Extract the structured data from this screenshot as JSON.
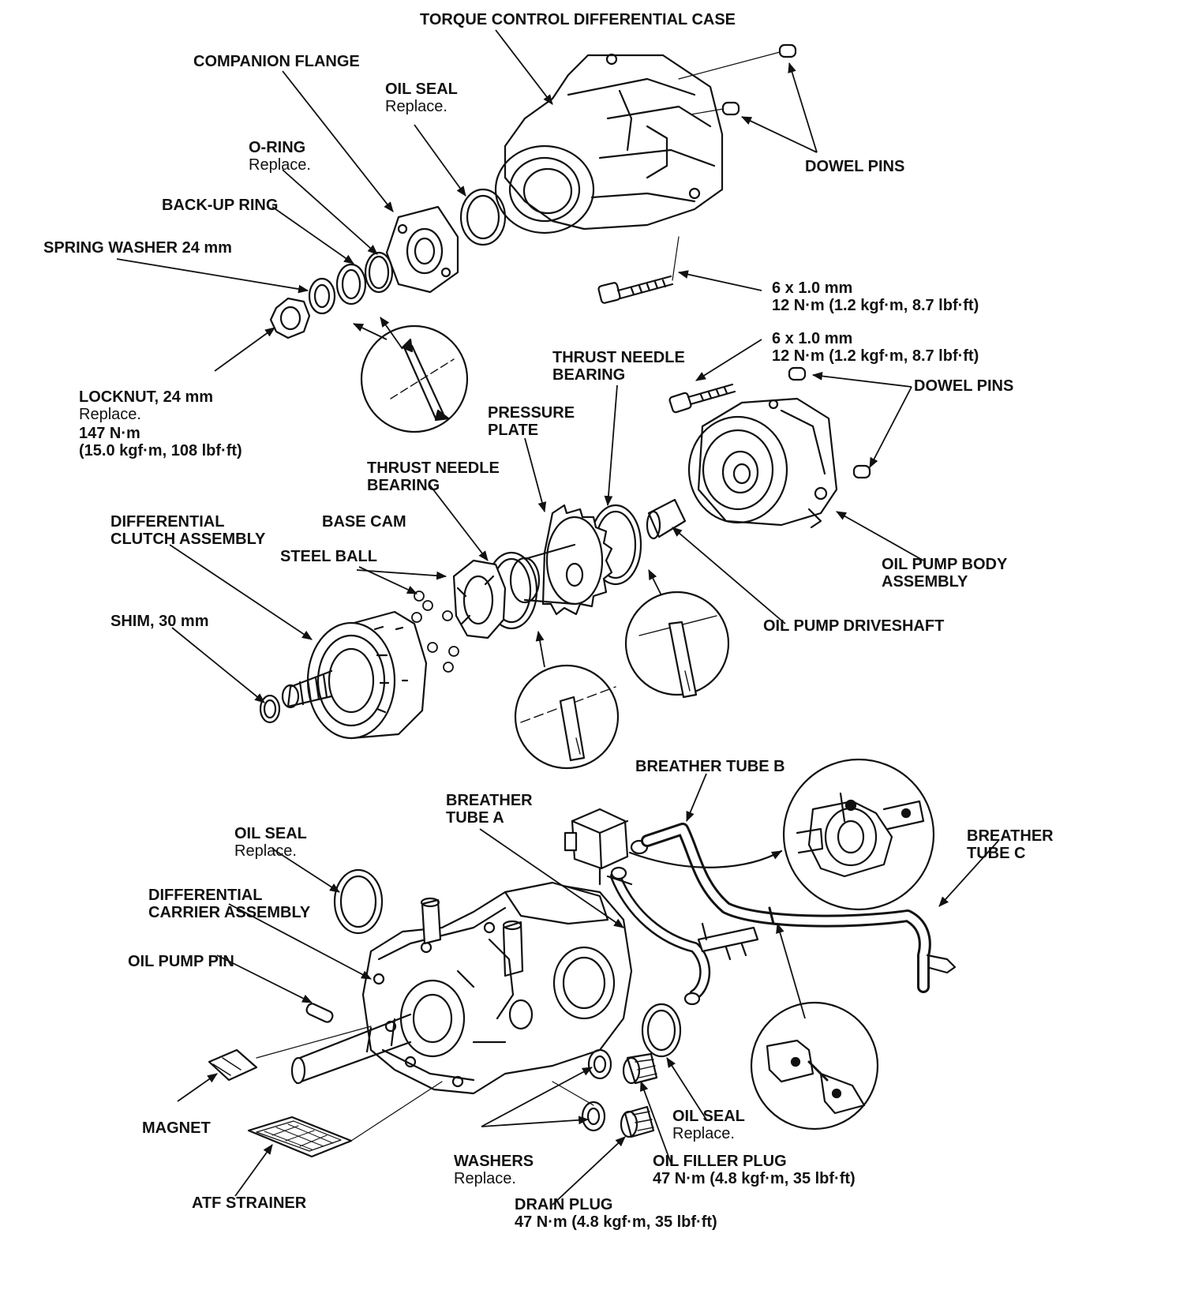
{
  "labels": {
    "torque_case": {
      "title": "TORQUE CONTROL DIFFERENTIAL CASE"
    },
    "companion_flange": {
      "title": "COMPANION FLANGE"
    },
    "oil_seal_top": {
      "title": "OIL SEAL",
      "note": "Replace."
    },
    "o_ring": {
      "title": "O-RING",
      "note": "Replace."
    },
    "dowel_pins_top": {
      "title": "DOWEL PINS"
    },
    "back_up_ring": {
      "title": "BACK-UP RING"
    },
    "spring_washer": {
      "title": "SPRING WASHER 24 mm"
    },
    "bolt_top": {
      "size": "6 x 1.0 mm",
      "torque": "12 N·m (1.2 kgf·m, 8.7 lbf·ft)"
    },
    "bolt_mid": {
      "size": "6 x 1.0 mm",
      "torque": "12 N·m (1.2 kgf·m, 8.7 lbf·ft)"
    },
    "thrust_needle_bearing_top": {
      "line1": "THRUST NEEDLE",
      "line2": "BEARING"
    },
    "dowel_pins_mid": {
      "title": "DOWEL PINS"
    },
    "locknut": {
      "title": "LOCKNUT, 24 mm",
      "note": "Replace.",
      "torque1": "147 N·m",
      "torque2": "(15.0 kgf·m, 108 lbf·ft)"
    },
    "pressure_plate": {
      "line1": "PRESSURE",
      "line2": "PLATE"
    },
    "thrust_needle_bearing_mid": {
      "line1": "THRUST NEEDLE",
      "line2": "BEARING"
    },
    "differential_clutch": {
      "line1": "DIFFERENTIAL",
      "line2": "CLUTCH ASSEMBLY"
    },
    "base_cam": {
      "title": "BASE CAM"
    },
    "steel_ball": {
      "title": "STEEL BALL"
    },
    "oil_pump_body": {
      "line1": "OIL PUMP BODY",
      "line2": "ASSEMBLY"
    },
    "shim": {
      "title": "SHIM, 30 mm"
    },
    "oil_pump_driveshaft": {
      "title": "OIL PUMP DRIVESHAFT"
    },
    "breather_tube_b": {
      "title": "BREATHER TUBE B"
    },
    "breather_tube_a": {
      "line1": "BREATHER",
      "line2": "TUBE A"
    },
    "breather_tube_c": {
      "line1": "BREATHER",
      "line2": "TUBE C"
    },
    "oil_seal_left": {
      "title": "OIL SEAL",
      "note": "Replace."
    },
    "differential_carrier": {
      "line1": "DIFFERENTIAL",
      "line2": "CARRIER ASSEMBLY"
    },
    "oil_pump_pin": {
      "title": "OIL PUMP PIN"
    },
    "magnet": {
      "title": "MAGNET"
    },
    "oil_seal_bottom": {
      "title": "OIL SEAL",
      "note": "Replace."
    },
    "washers": {
      "title": "WASHERS",
      "note": "Replace."
    },
    "oil_filler_plug": {
      "title": "OIL FILLER PLUG",
      "torque": "47 N·m (4.8 kgf·m, 35 lbf·ft)"
    },
    "atf_strainer": {
      "title": "ATF STRAINER"
    },
    "drain_plug": {
      "title": "DRAIN PLUG",
      "torque": "47 N·m (4.8 kgf·m, 35 lbf·ft)"
    }
  },
  "colors": {
    "ink": "#111111",
    "paper": "#ffffff"
  }
}
